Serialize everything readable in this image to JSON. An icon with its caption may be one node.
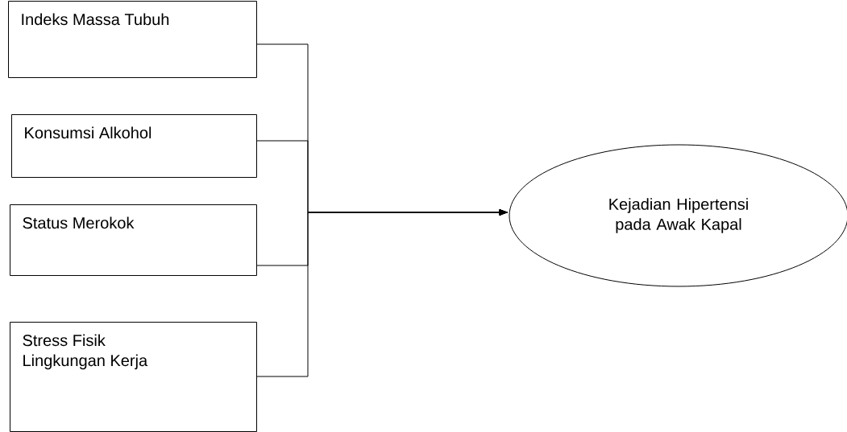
{
  "diagram": {
    "nodes": [
      {
        "text": [
          "Indeks Massa Tubuh"
        ]
      },
      {
        "text": [
          "Konsumsi Alkohol"
        ]
      },
      {
        "text": [
          "Status Merokok"
        ]
      },
      {
        "text": [
          "Stress Fisik Lingkungan Kerja"
        ]
      },
      {
        "text": [
          "Kejadian Hipertensi pada Awak Kapal"
        ]
      }
    ],
    "edges": [
      {
        "from": 0,
        "to": 4,
        "arrow": "to"
      },
      {
        "from": 1,
        "to": 4,
        "arrow": "to"
      },
      {
        "from": 2,
        "to": 4,
        "arrow": "to"
      },
      {
        "from": 3,
        "to": 4,
        "arrow": "to"
      }
    ]
  }
}
